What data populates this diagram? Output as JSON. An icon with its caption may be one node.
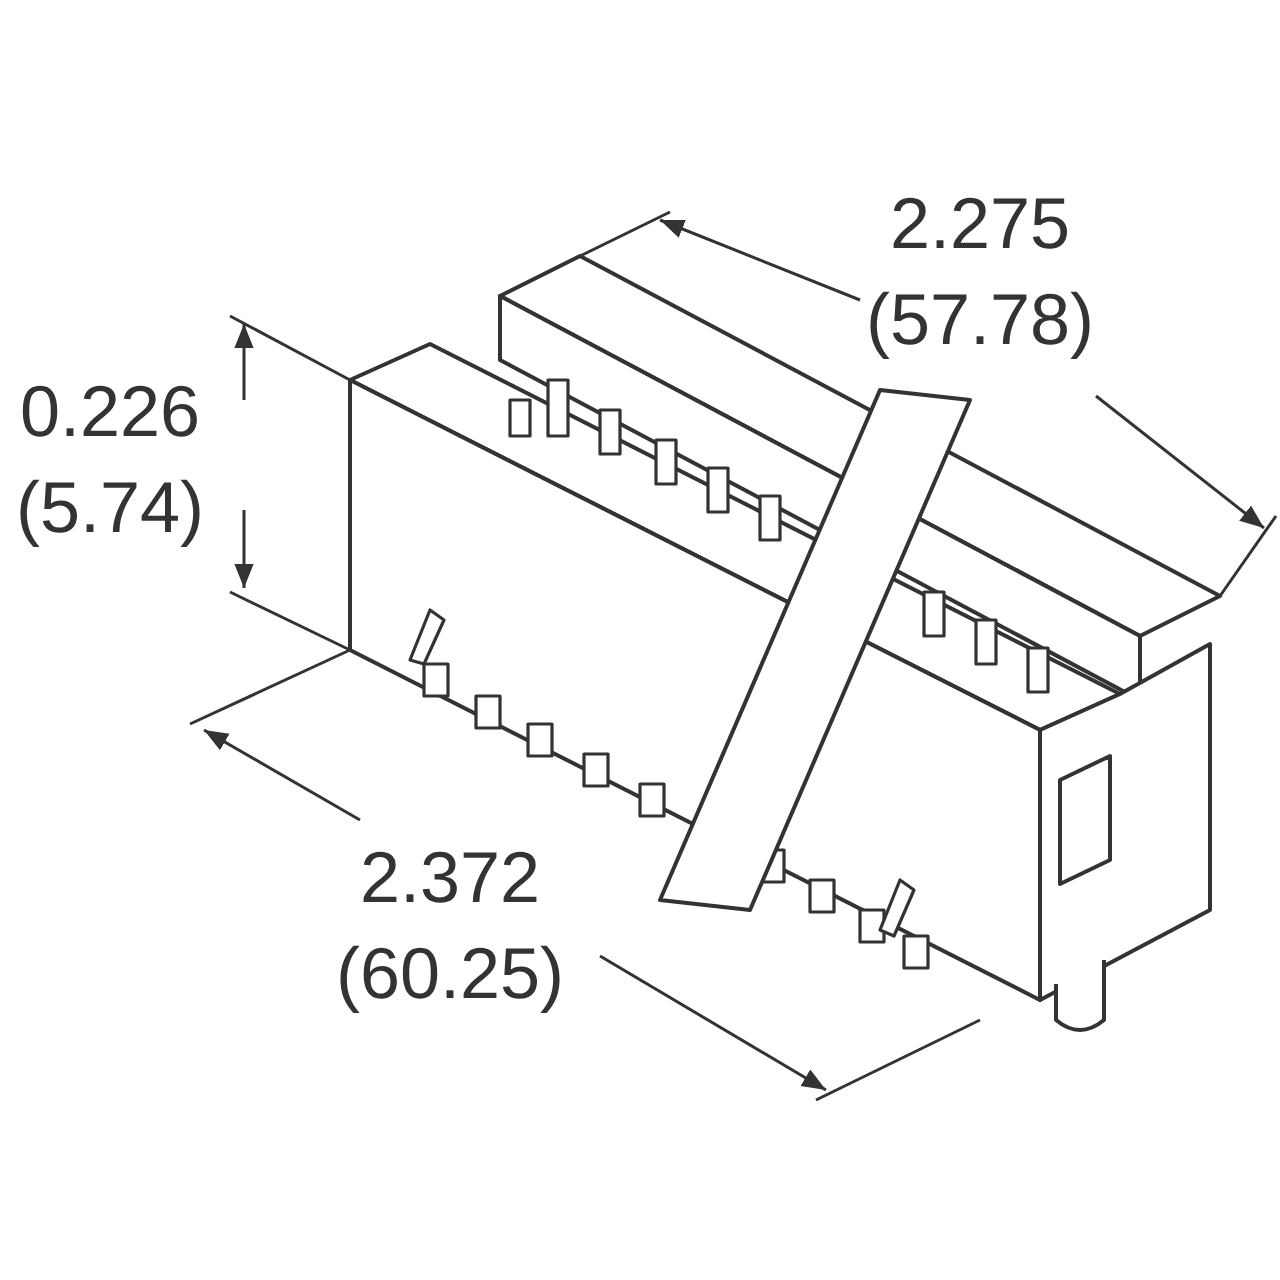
{
  "diagram": {
    "labels": [
      "2.275 (57.78)",
      "0.226 (5.74)",
      "2.372 (60.25)"
    ]
  }
}
